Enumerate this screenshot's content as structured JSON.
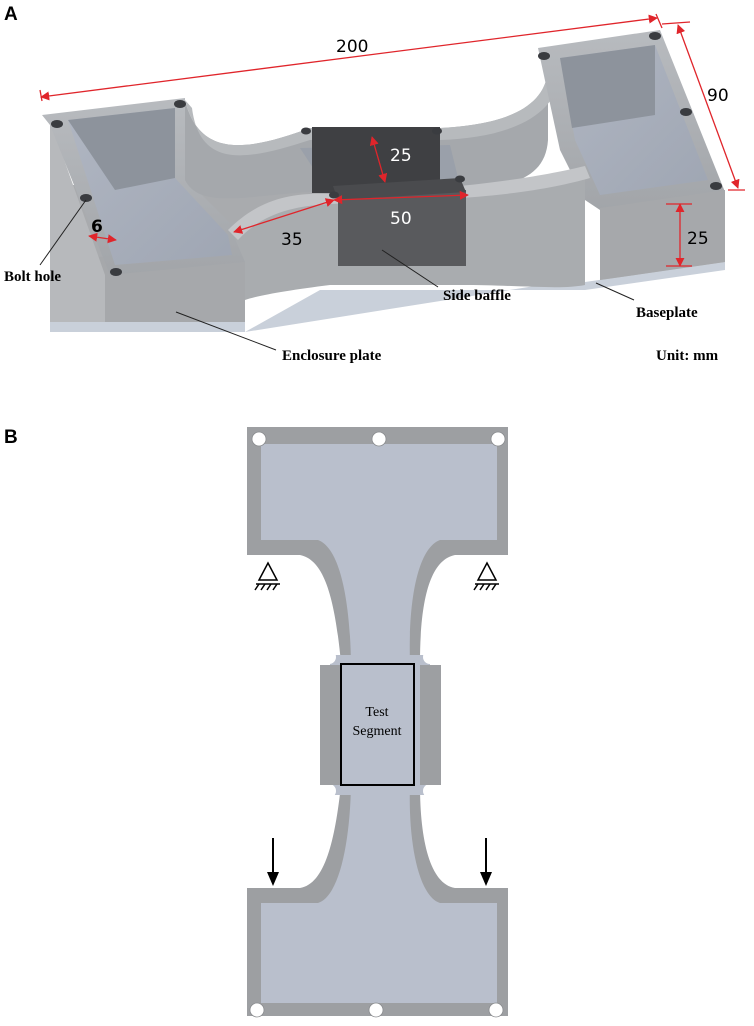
{
  "panels": {
    "a_label": "A",
    "b_label": "B"
  },
  "dimensions": {
    "length": "200",
    "width": "90",
    "side_baffle_width": "25",
    "side_baffle_length": "50",
    "offset": "35",
    "plate_thickness": "6",
    "height": "25"
  },
  "callouts": {
    "bolt_hole": "Bolt hole",
    "side_baffle": "Side baffle",
    "baseplate": "Baseplate",
    "enclosure_plate": "Enclosure plate",
    "unit": "Unit: mm"
  },
  "test_segment": {
    "line1": "Test",
    "line2": "Segment"
  },
  "colors": {
    "dimension_red": "#e0252b",
    "plate_gray": "#a7a9ac",
    "inner_blue_gray": "#b9bfcc",
    "baffle_dark": "#3f4043",
    "frame_gray": "#9d9fa2"
  },
  "icons": {
    "fixed_support": "fixed-support-icon",
    "load_arrow": "load-arrow-icon"
  }
}
